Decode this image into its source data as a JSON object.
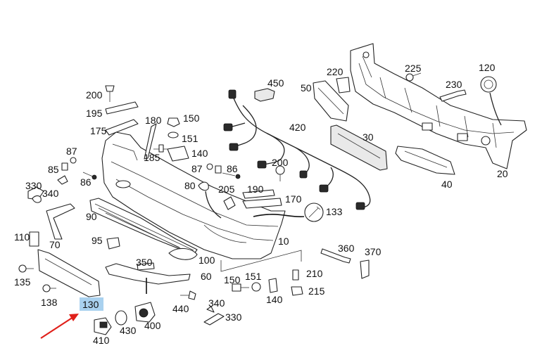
{
  "diagram": {
    "highlighted_part": "130",
    "highlight_color": "#a9d1ef",
    "arrow_color": "#e0201a",
    "labels": [
      "200",
      "195",
      "175",
      "180",
      "150",
      "151",
      "185",
      "140",
      "87",
      "85",
      "86",
      "330",
      "340",
      "87",
      "86",
      "80",
      "205",
      "190",
      "170",
      "450",
      "420",
      "200",
      "220",
      "50",
      "30",
      "225",
      "230",
      "120",
      "40",
      "20",
      "133",
      "90",
      "95",
      "110",
      "70",
      "130",
      "135",
      "138",
      "410",
      "430",
      "400",
      "440",
      "350",
      "100",
      "60",
      "150",
      "151",
      "140",
      "210",
      "215",
      "10",
      "360",
      "370",
      "340",
      "330"
    ]
  }
}
